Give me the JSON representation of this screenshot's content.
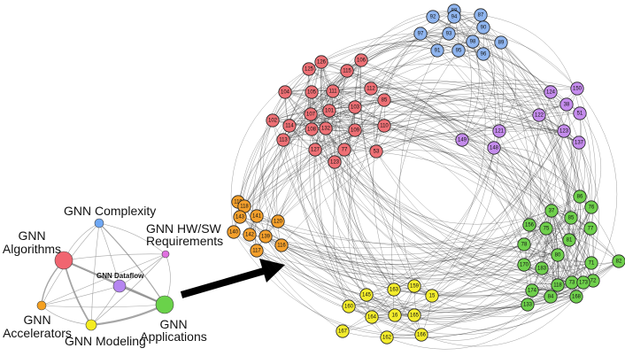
{
  "summary_graph": {
    "nodes": [
      {
        "id": "complexity",
        "lines": [
          "GNN Complexity"
        ],
        "color": "#6fa8f5",
        "size": "small"
      },
      {
        "id": "hwsw",
        "lines": [
          "GNN HW/SW",
          "Requirements"
        ],
        "color": "#e070e0",
        "size": "small"
      },
      {
        "id": "algorithms",
        "lines": [
          "GNN",
          "Algorithms"
        ],
        "color": "#f06570",
        "size": "large"
      },
      {
        "id": "dataflow",
        "lines": [
          "GNN Dataflow"
        ],
        "color": "#b585f0",
        "size": "medium"
      },
      {
        "id": "accelerators",
        "lines": [
          "GNN",
          "Accelerators"
        ],
        "color": "#f5a020",
        "size": "small"
      },
      {
        "id": "modeling",
        "lines": [
          "GNN Modeling"
        ],
        "color": "#f5ec20",
        "size": "medium"
      },
      {
        "id": "applications",
        "lines": [
          "GNN",
          "Applications"
        ],
        "color": "#6ad24a",
        "size": "large"
      }
    ]
  },
  "arrow": {
    "color": "#000000"
  },
  "network": {
    "clusters": [
      {
        "name": "blue",
        "color": "#8fb5ef",
        "node_ids": [
          "88",
          "87",
          "92",
          "94",
          "90",
          "97",
          "93",
          "98",
          "89",
          "91",
          "95",
          "96"
        ]
      },
      {
        "name": "red",
        "color": "#ee7075",
        "node_ids": [
          "106",
          "126",
          "125",
          "115",
          "104",
          "105",
          "111",
          "112",
          "102",
          "107",
          "101",
          "103",
          "85",
          "108",
          "114",
          "132",
          "109",
          "110",
          "113",
          "127",
          "77",
          "53",
          "123"
        ]
      },
      {
        "name": "purple",
        "color": "#c58ced",
        "node_ids": [
          "150",
          "124",
          "38",
          "122",
          "51",
          "149",
          "121",
          "148",
          "123",
          "137"
        ]
      },
      {
        "name": "orange",
        "color": "#f4a02c",
        "node_ids": [
          "119",
          "118",
          "143",
          "141",
          "120",
          "140",
          "142",
          "139",
          "117",
          "116"
        ]
      },
      {
        "name": "green",
        "color": "#6fd04c",
        "node_ids": [
          "86",
          "76",
          "37",
          "85",
          "156",
          "75",
          "77",
          "78",
          "81",
          "80",
          "71",
          "183",
          "170",
          "82",
          "73",
          "72",
          "174",
          "118",
          "133",
          "84",
          "168",
          "173"
        ]
      },
      {
        "name": "yellow",
        "color": "#f3ec2c",
        "node_ids": [
          "145",
          "163",
          "159",
          "15",
          "160",
          "164",
          "16",
          "165",
          "167",
          "162",
          "166"
        ]
      }
    ]
  }
}
